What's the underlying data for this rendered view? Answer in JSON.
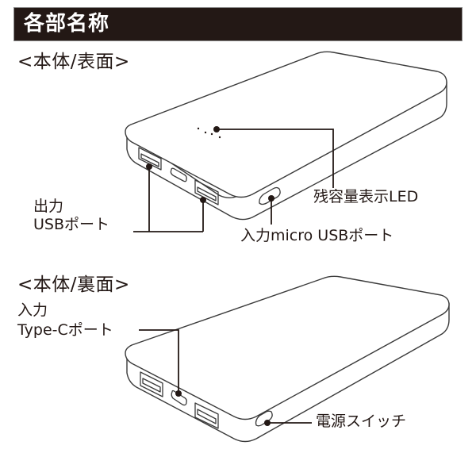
{
  "header": {
    "title": "各部名称"
  },
  "sections": [
    {
      "title": "<本体/表面>",
      "callouts": [
        {
          "id": "led",
          "label": "残容量表示LED"
        },
        {
          "id": "usb-out",
          "label_lines": [
            "出力",
            "USBポート"
          ]
        },
        {
          "id": "micro-usb-in",
          "label": "入力micro USBポート"
        }
      ]
    },
    {
      "title": "<本体/裏面>",
      "callouts": [
        {
          "id": "type-c-in",
          "label_lines": [
            "入力",
            "Type-Cポート"
          ]
        },
        {
          "id": "power-switch",
          "label": "電源スイッチ"
        }
      ]
    }
  ],
  "colors": {
    "header_bg": "#231815",
    "header_text": "#ffffff",
    "line": "#3a3a3a",
    "text": "#231815"
  }
}
